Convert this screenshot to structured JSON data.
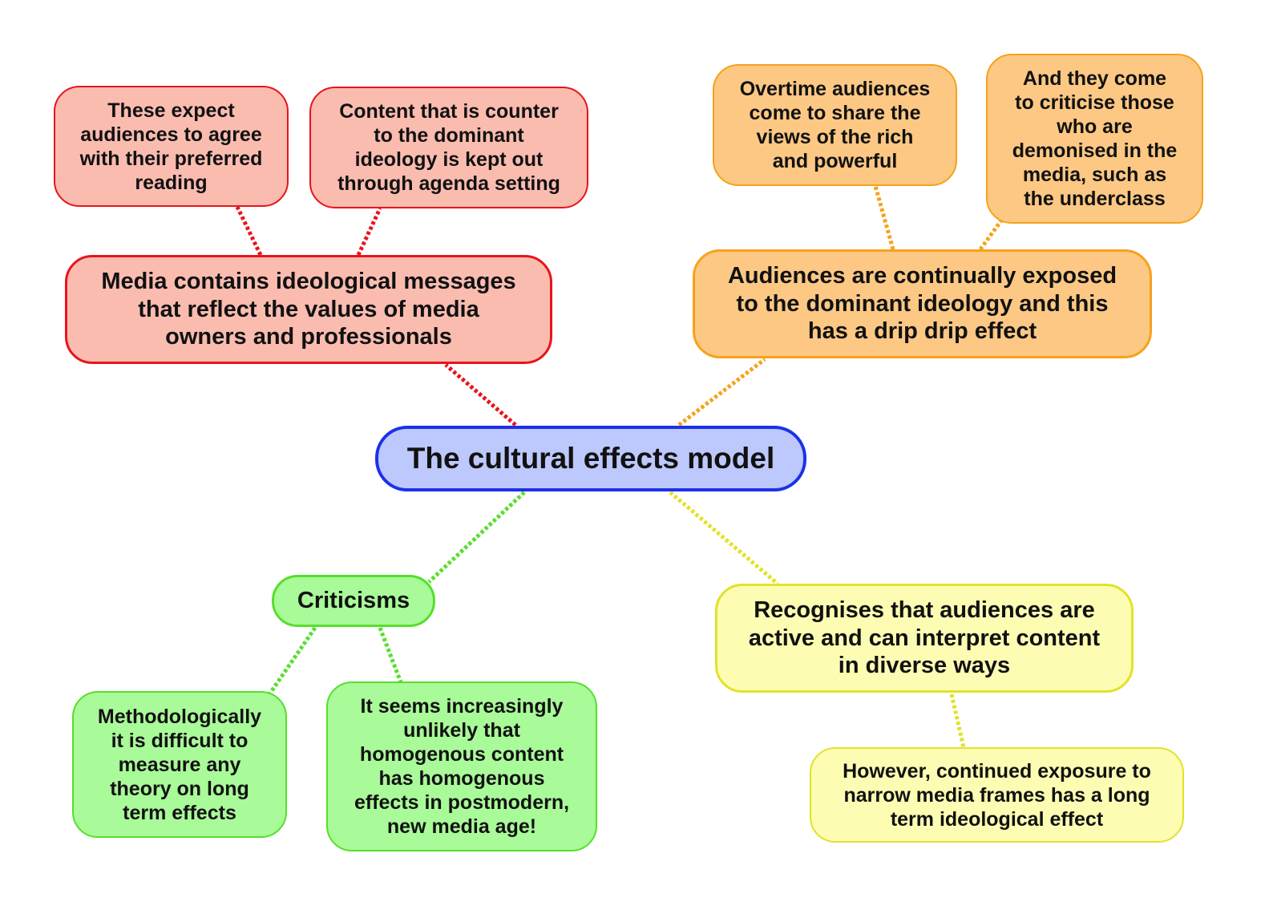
{
  "colors": {
    "red": "#e8141b",
    "orange": "#f6a21a",
    "yellow": "#e2e22a",
    "green": "#56df2c",
    "blue": "#1d30ea"
  },
  "center": {
    "label": "The cultural effects model"
  },
  "branches": {
    "red": {
      "main": "Media contains ideological messages\nthat reflect the values of media\nowners and professionals",
      "child_1": "These expect\naudiences to agree\nwith their preferred\nreading",
      "child_2": "Content that is counter\nto the dominant\nideology is kept out\nthrough agenda setting"
    },
    "orange": {
      "main": "Audiences are continually exposed\nto the dominant ideology and this\nhas a drip drip effect",
      "child_1": "Overtime audiences\ncome to share the\nviews of the rich\nand powerful",
      "child_2": "And they come\nto criticise those\nwho are\ndemonised in the\nmedia, such as\nthe underclass"
    },
    "yellow": {
      "main": "Recognises that audiences are\nactive and can interpret content\nin diverse ways",
      "child_1": "However, continued exposure to\nnarrow media frames has a long\nterm ideological effect"
    },
    "green": {
      "main": "Criticisms",
      "child_1": "Methodologically\nit is difficult to\nmeasure any\ntheory on long\nterm effects",
      "child_2": "It seems increasingly\nunlikely that\nhomogenous content\nhas homogenous\neffects in postmodern,\nnew media age!"
    }
  }
}
